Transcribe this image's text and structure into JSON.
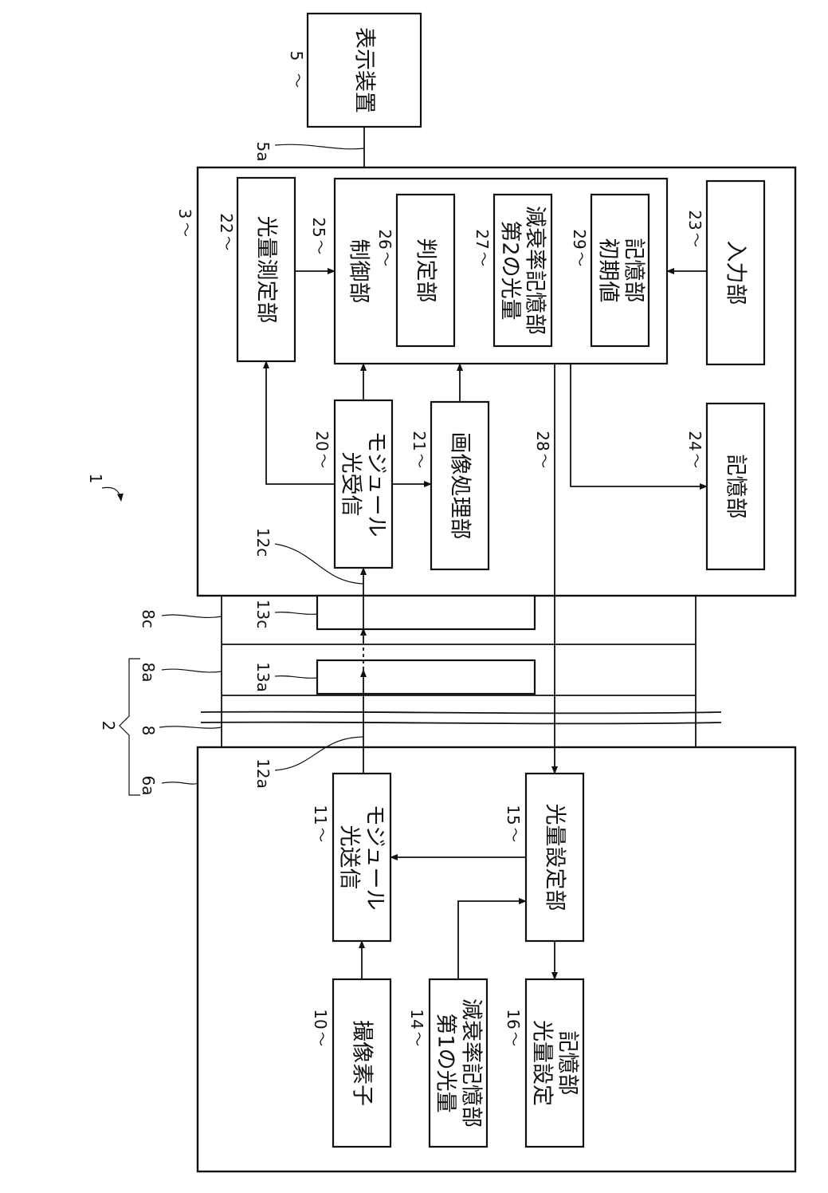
{
  "labels": {
    "system": "1",
    "endoscope": "2",
    "processor": "3",
    "display": "5",
    "display_cable": "5a",
    "head": "6a",
    "cable": "8",
    "connector_a": "8a",
    "connector_c": "8c",
    "filter_a": "13a",
    "filter_c": "13c",
    "fiber_a": "12a",
    "fiber_c": "12c",
    "signal_line": "28"
  },
  "blocks": {
    "display": {
      "num": "5",
      "lines": [
        "表示装置"
      ]
    },
    "light_meter": {
      "num": "22",
      "lines": [
        "光量測定部"
      ]
    },
    "controller": {
      "num": "25",
      "lines": [
        "制御部"
      ]
    },
    "judge": {
      "num": "26",
      "lines": [
        "判定部"
      ]
    },
    "second_storage": {
      "num": "27",
      "lines": [
        "第2の光量",
        "減衰率記憶部"
      ]
    },
    "initial_storage": {
      "num": "29",
      "lines": [
        "初期値",
        "記憶部"
      ]
    },
    "input": {
      "num": "23",
      "lines": [
        "入力部"
      ]
    },
    "receiver": {
      "num": "20",
      "lines": [
        "光受信",
        "モジュール"
      ]
    },
    "image_proc": {
      "num": "21",
      "lines": [
        "画像処理部"
      ]
    },
    "memory": {
      "num": "24",
      "lines": [
        "記憶部"
      ]
    },
    "transmitter": {
      "num": "11",
      "lines": [
        "光送信",
        "モジュール"
      ]
    },
    "light_setter": {
      "num": "15",
      "lines": [
        "光量設定部"
      ]
    },
    "imager": {
      "num": "10",
      "lines": [
        "撮像素子"
      ]
    },
    "first_storage": {
      "num": "14",
      "lines": [
        "第1の光量",
        "減衰率記憶部"
      ]
    },
    "setting_storage": {
      "num": "16",
      "lines": [
        "光量設定",
        "記憶部"
      ]
    }
  }
}
